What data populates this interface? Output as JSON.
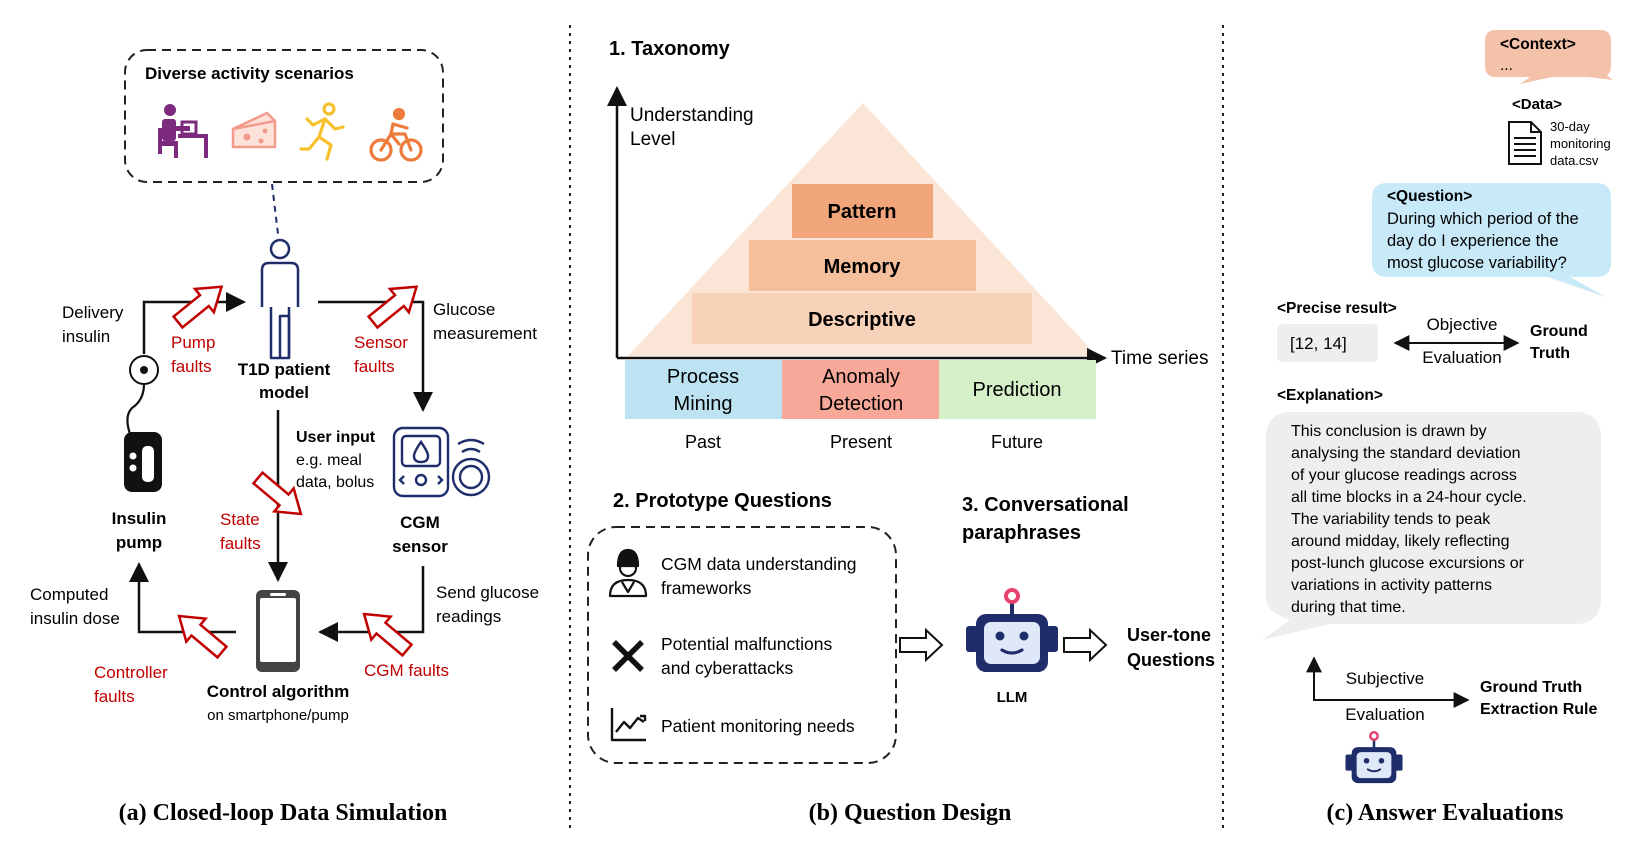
{
  "panel_a": {
    "caption": "(a) Closed-loop Data Simulation",
    "scenarios_title": "Diverse activity scenarios",
    "scenario_icons": [
      "desk-worker-icon",
      "cheese-icon",
      "runner-icon",
      "cyclist-icon"
    ],
    "delivery_line1": "Delivery",
    "delivery_line2": "insulin",
    "pump_faults_1": "Pump",
    "pump_faults_2": "faults",
    "patient_1": "T1D patient",
    "patient_2": "model",
    "sensor_faults_1": "Sensor",
    "sensor_faults_2": "faults",
    "glucose_1": "Glucose",
    "glucose_2": "measurement",
    "user_input_title": "User input",
    "user_input_1": "e.g. meal",
    "user_input_2": "data, bolus",
    "insulin_pump_1": "Insulin",
    "insulin_pump_2": "pump",
    "state_faults_1": "State",
    "state_faults_2": "faults",
    "cgm_sensor_1": "CGM",
    "cgm_sensor_2": "sensor",
    "computed_1": "Computed",
    "computed_2": "insulin dose",
    "send_1": "Send glucose",
    "send_2": "readings",
    "controller_faults_1": "Controller",
    "controller_faults_2": "faults",
    "cgm_faults": "CGM faults",
    "control_title": "Control algorithm",
    "control_sub": "on smartphone/pump"
  },
  "panel_b": {
    "caption": "(b) Question Design",
    "taxonomy_title": "1. Taxonomy",
    "y_label_1": "Understanding",
    "y_label_2": "Level",
    "x_label": "Time series",
    "levels": [
      "Pattern",
      "Memory",
      "Descriptive"
    ],
    "categories": [
      {
        "line1": "Process",
        "line2": "Mining",
        "time": "Past"
      },
      {
        "line1": "Anomaly",
        "line2": "Detection",
        "time": "Present"
      },
      {
        "line1": "Prediction",
        "line2": "",
        "time": "Future"
      }
    ],
    "proto_title": "2. Prototype Questions",
    "proto_items": [
      {
        "icon": "doctor-icon",
        "line1": "CGM data understanding",
        "line2": "frameworks"
      },
      {
        "icon": "cross-icon",
        "line1": "Potential malfunctions",
        "line2": "and cyberattacks"
      },
      {
        "icon": "trend-chart-icon",
        "line1": "Patient monitoring needs",
        "line2": ""
      }
    ],
    "conv_title_1": "3. Conversational",
    "conv_title_2": "paraphrases",
    "llm_label": "LLM",
    "user_tone_1": "User-tone",
    "user_tone_2": "Questions"
  },
  "panel_c": {
    "caption": "(c) Answer Evaluations",
    "context_tag": "<Context>",
    "context_body": "...",
    "data_tag": "<Data>",
    "file_1": "30-day",
    "file_2": "monitoring",
    "file_3": "data.csv",
    "question_tag": "<Question>",
    "question_lines": [
      "During which period of the",
      "day do I experience the",
      "most glucose variability?"
    ],
    "precise_tag": "<Precise result>",
    "precise_value": "[12, 14]",
    "objective": "Objective",
    "evaluation": "Evaluation",
    "ground_truth_1": "Ground",
    "ground_truth_2": "Truth",
    "explanation_tag": "<Explanation>",
    "explanation_lines": [
      "This conclusion is drawn by",
      "analysing the standard deviation",
      "of your glucose readings across",
      "all time blocks in a 24-hour cycle.",
      "The variability tends to peak",
      "around midday, likely reflecting",
      "post-lunch glucose excursions or",
      "variations in activity patterns",
      "during that time."
    ],
    "subjective": "Subjective",
    "evaluation_2": "Evaluation",
    "rule_1": "Ground Truth",
    "rule_2": "Extraction Rule"
  },
  "colors": {
    "fault_red": "#c00000",
    "pattern": "#f0a57a",
    "memory": "#f5bf9c",
    "descriptive": "#f8d1b9",
    "pyramid": "#fbe5d6",
    "process": "#bde3f2",
    "anomaly": "#f7a898",
    "prediction": "#d5f0c8",
    "question_bubble": "#c8e9f8",
    "context_bubble": "#f4c2a9",
    "robot_blue": "#1f2d6b",
    "icon_purple": "#7b2a7e",
    "icon_orange": "#ee7b3b",
    "icon_yellow": "#f6c02c"
  }
}
